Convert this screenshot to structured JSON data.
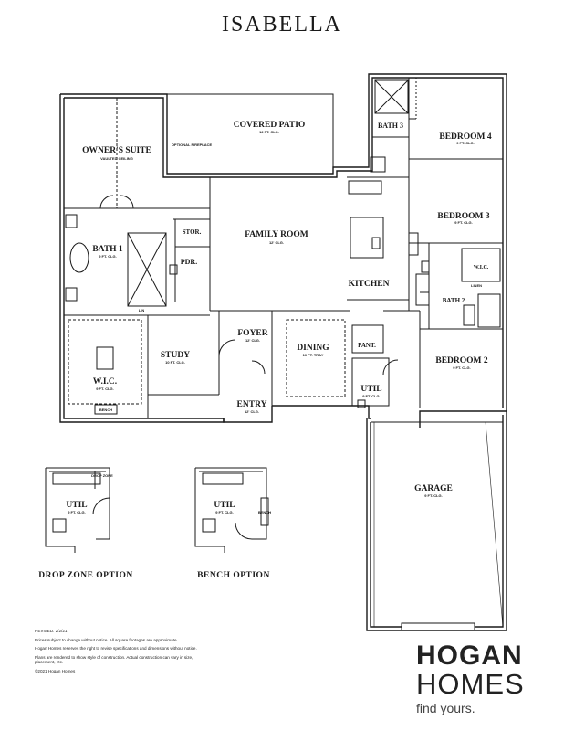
{
  "title": "ISABELLA",
  "rooms": {
    "owners_suite": {
      "name": "OWNER'S SUITE",
      "sub": "VAULTED CEILING"
    },
    "covered_patio": {
      "name": "COVERED PATIO",
      "sub": "12 FT. CLG."
    },
    "optional_fireplace": "OPTIONAL FIREPLACE",
    "bath3": {
      "name": "BATH 3"
    },
    "bedroom4": {
      "name": "BEDROOM 4",
      "sub": "9 FT. CLG."
    },
    "bedroom3": {
      "name": "BEDROOM 3",
      "sub": "9 FT. CLG."
    },
    "family_room": {
      "name": "FAMILY ROOM",
      "sub": "12' CLG."
    },
    "bath1": {
      "name": "BATH 1",
      "sub": "9 FT. CLG."
    },
    "stor": "STOR.",
    "pdr": "PDR.",
    "lin": "LIN",
    "kitchen": "KITCHEN",
    "wic_small": "W.I.C.",
    "linen": "LINEN",
    "bath2": "BATH 2",
    "foyer": {
      "name": "FOYER",
      "sub": "12' CLG."
    },
    "study": {
      "name": "STUDY",
      "sub": "10 FT. CLG."
    },
    "dining": {
      "name": "DINING",
      "sub": "10 FT. TRAY"
    },
    "pant": "PANT.",
    "bedroom2": {
      "name": "BEDROOM 2",
      "sub": "9 FT. CLG."
    },
    "wic_owner": {
      "name": "W.I.C.",
      "sub": "9 FT. CLG."
    },
    "bench": "BENCH",
    "util": {
      "name": "UTIL",
      "sub": "9 FT. CLG."
    },
    "entry": {
      "name": "ENTRY",
      "sub": "12' CLG."
    },
    "garage": {
      "name": "GARAGE",
      "sub": "9 FT. CLG."
    }
  },
  "options": {
    "drop_zone": {
      "label": "DROP ZONE OPTION",
      "room": "UTIL",
      "sub": "9 FT. CLG.",
      "tag": "DROP ZONE"
    },
    "bench": {
      "label": "BENCH OPTION",
      "room": "UTIL",
      "sub": "9 FT. CLG.",
      "tag": "BENCH"
    }
  },
  "notes": {
    "revised": "REVISED: 2/2/21",
    "n1": "Prices subject to change without notice. All square footages are approximate.",
    "n2": "Hogan Homes reserves the right to revise specifications and dimensions without notice.",
    "n3": "Plans are rendered to show style of construction. Actual construction can vary in size, placement, etc.",
    "copyright": "©2021 Hogan Homes"
  },
  "logo": {
    "line1": "HOGAN",
    "line2": "HOMES",
    "tagline": "find yours."
  }
}
